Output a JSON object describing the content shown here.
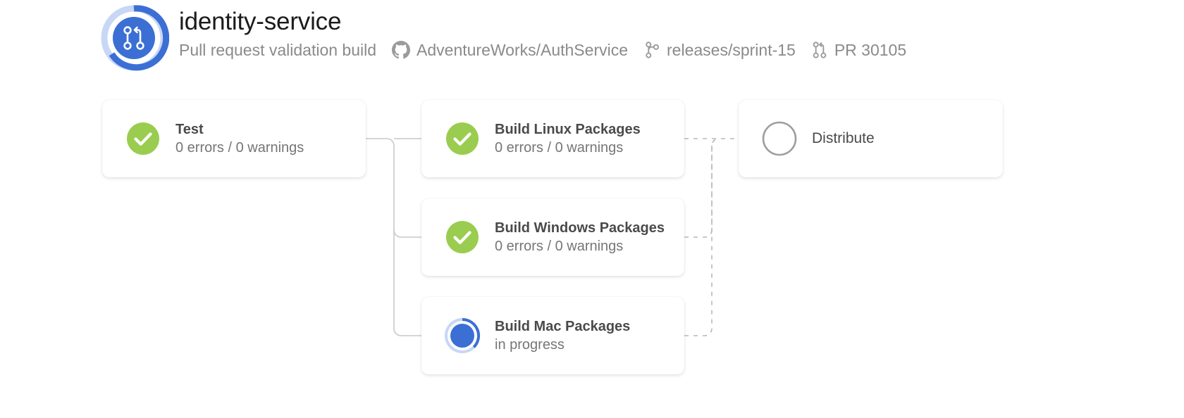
{
  "header": {
    "title": "identity-service",
    "subtitle": "Pull request validation build",
    "badge_icon": "pull-request-icon",
    "badge_ring_color": "#3B6FD4",
    "badge_ring_track_color": "#C7D7F5",
    "badge_fill_color": "#3B6FD4",
    "meta": [
      {
        "icon": "github-icon",
        "label": "AdventureWorks/AuthService"
      },
      {
        "icon": "branch-icon",
        "label": "releases/sprint-15"
      },
      {
        "icon": "pull-request-icon",
        "label": "PR 30105"
      }
    ]
  },
  "colors": {
    "success": "#9ACD4F",
    "in_progress": "#3B6FD4",
    "in_progress_ring_track": "#C7D7F5",
    "pending_ring": "#9E9E9E",
    "connector_solid": "#C8C8C8",
    "connector_dashed": "#B8B8B8",
    "title": "#1b1b1b",
    "meta_text": "#8a8a8a",
    "card_name": "#4a4a4a",
    "card_sub": "#767676"
  },
  "stages": [
    {
      "id": "test",
      "name": "Test",
      "status": "succeeded",
      "status_icon": "check-circle-icon",
      "summary": "0 errors / 0 warnings"
    },
    {
      "id": "linux",
      "name": "Build Linux Packages",
      "status": "succeeded",
      "status_icon": "check-circle-icon",
      "summary": "0 errors / 0 warnings"
    },
    {
      "id": "windows",
      "name": "Build Windows Packages",
      "status": "succeeded",
      "status_icon": "check-circle-icon",
      "summary": "0 errors / 0 warnings"
    },
    {
      "id": "mac",
      "name": "Build Mac Packages",
      "status": "in progress",
      "status_icon": "in-progress-circle-icon",
      "summary": "in progress"
    },
    {
      "id": "distribute",
      "name": "Distribute",
      "status": "pending",
      "status_icon": "pending-circle-icon",
      "summary": ""
    }
  ]
}
